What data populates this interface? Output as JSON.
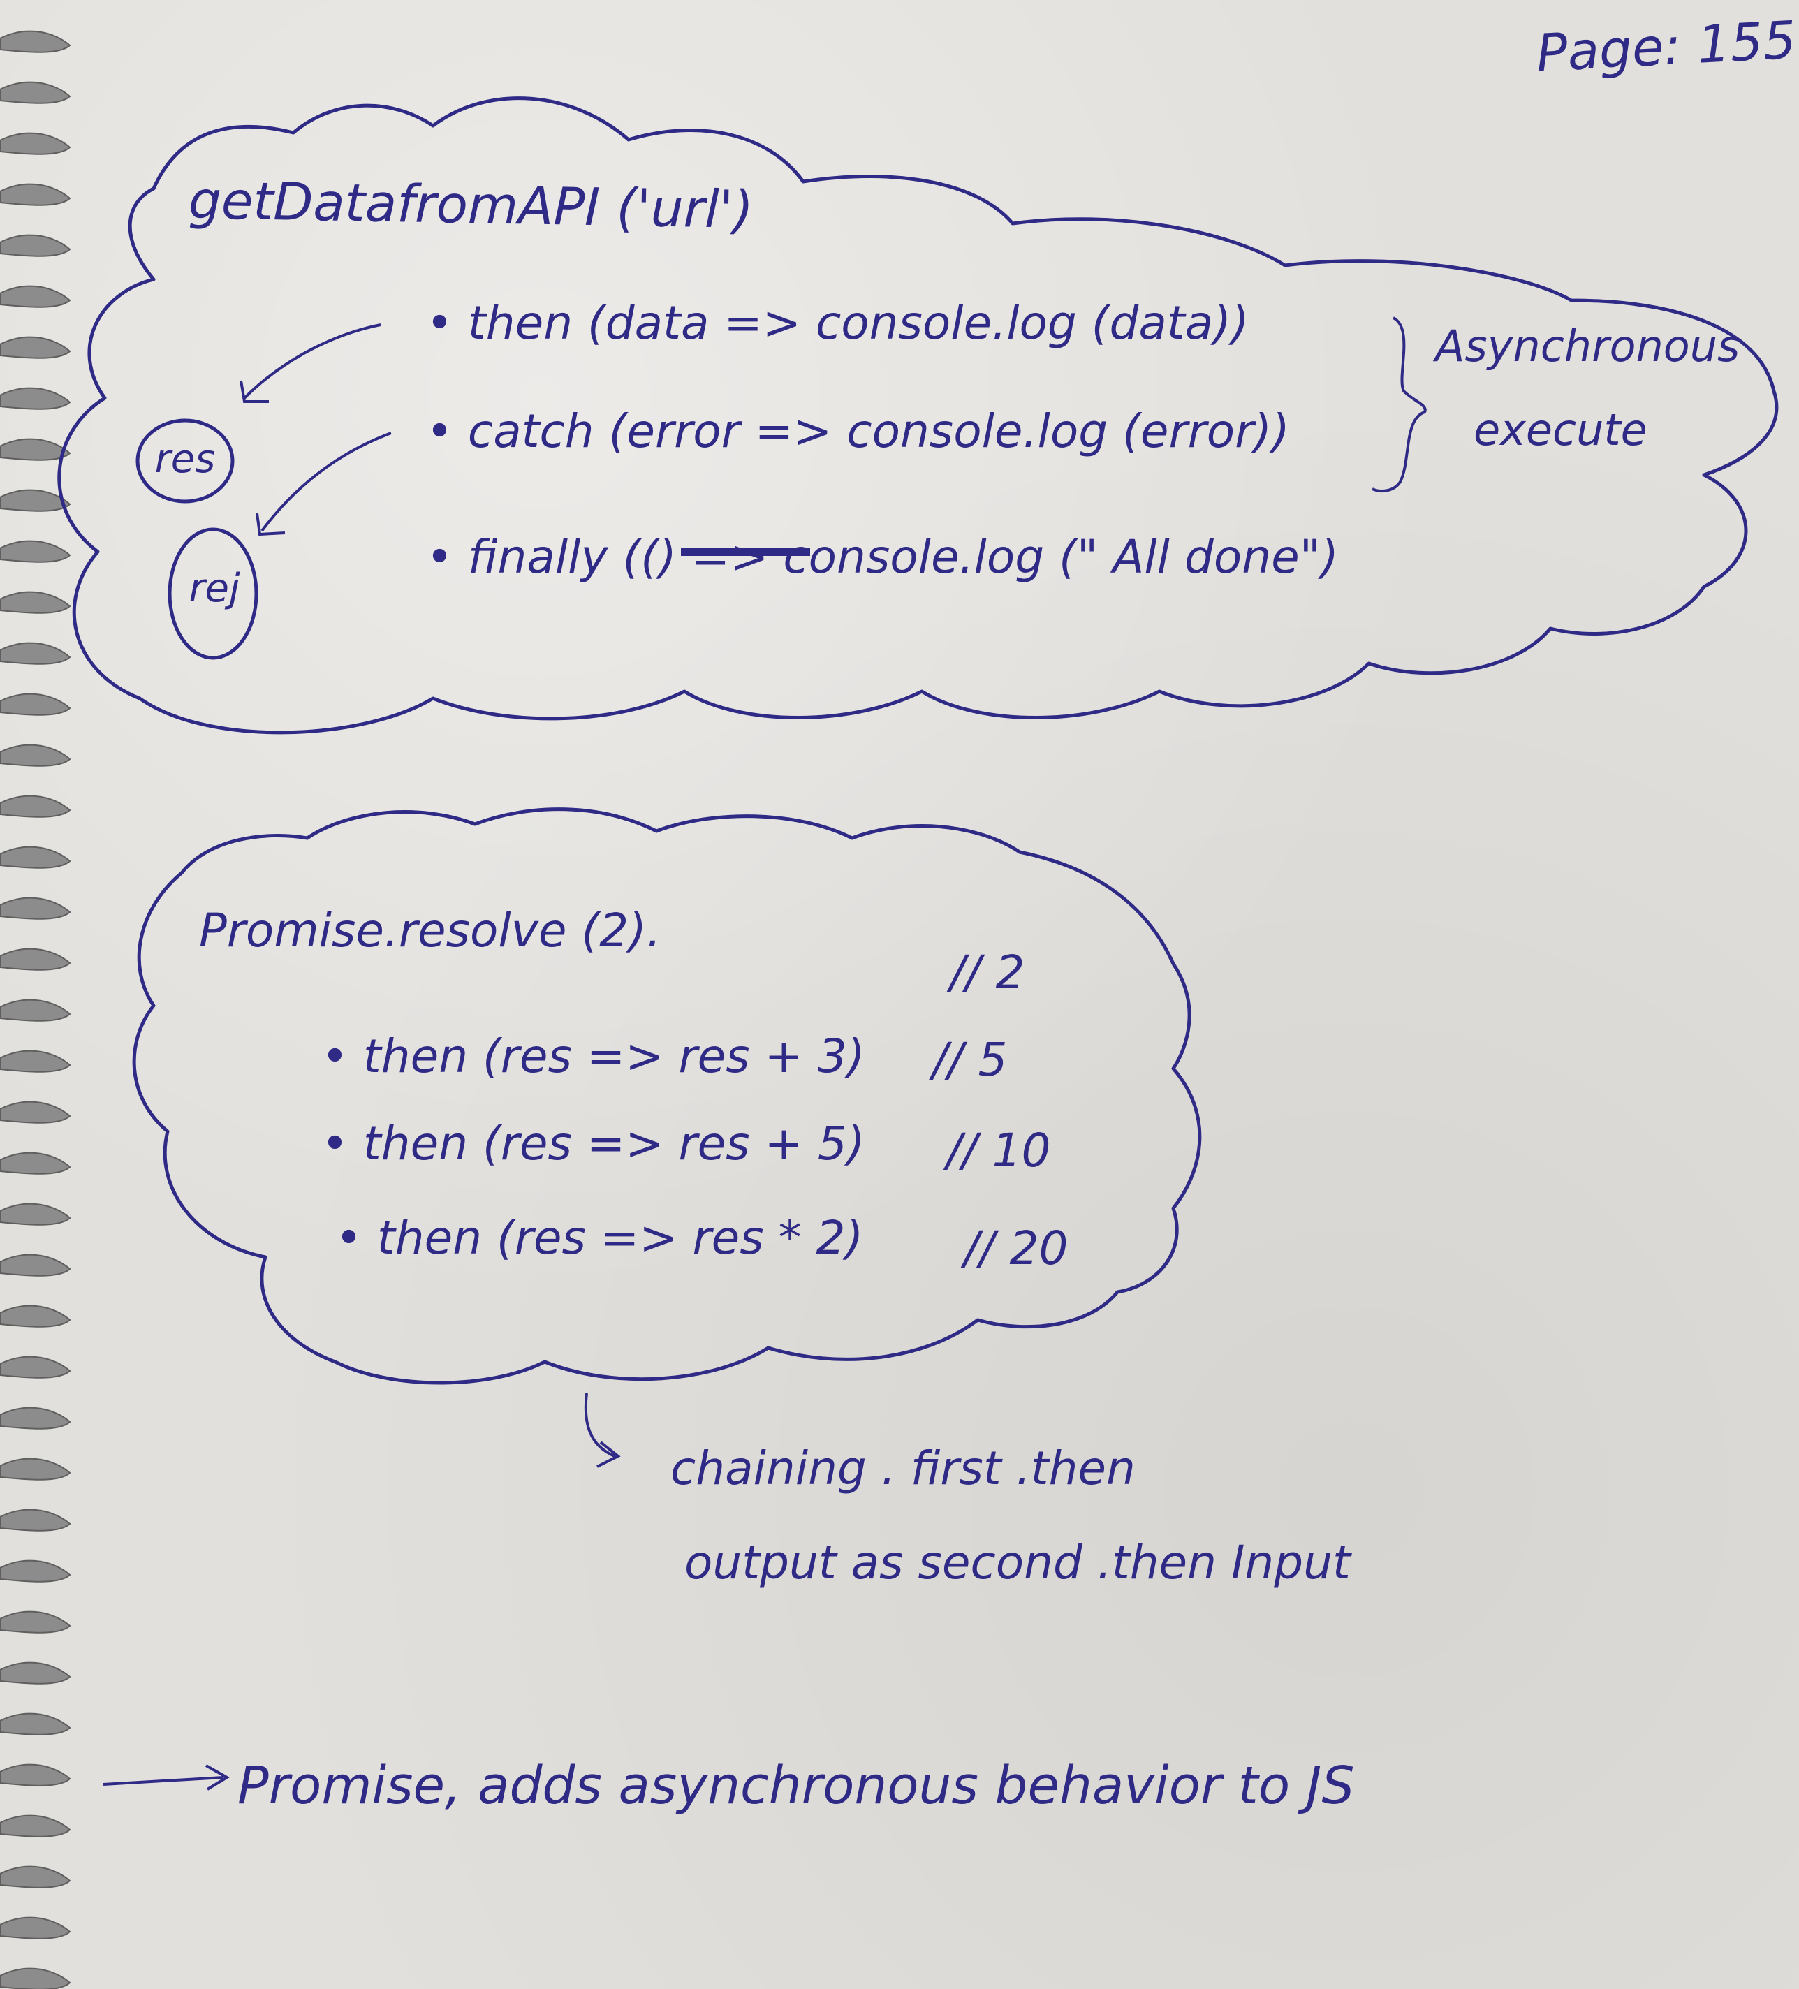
{
  "header": {
    "page_label": "Page: 155"
  },
  "cloud1": {
    "title": "getDatafromAPI ('url')",
    "lines": [
      "• then (data => console.log (data))",
      "• catch (error => console.log (error))",
      "• finally (() => console.log (\" All done\")"
    ],
    "res_label": "res",
    "rej_label": "rej",
    "side_note_1": "Asynchronous",
    "side_note_2": "execute"
  },
  "cloud2": {
    "lines": [
      "Promise.resolve (2).",
      "• then (res => res + 3)",
      "• then (res => res + 5)",
      "• then (res => res * 2)"
    ],
    "comments": [
      "// 2",
      "// 5",
      "// 10",
      "// 20"
    ]
  },
  "chaining_note": {
    "line1": "chaining . first .then",
    "line2": "output as second .then Input"
  },
  "footer_note": {
    "text": "Promise, adds asynchronous behavior to JS"
  },
  "colors": {
    "ink": "#2f2a86",
    "paper": "#e2e0dc",
    "spiral": "#8c8c8c"
  }
}
